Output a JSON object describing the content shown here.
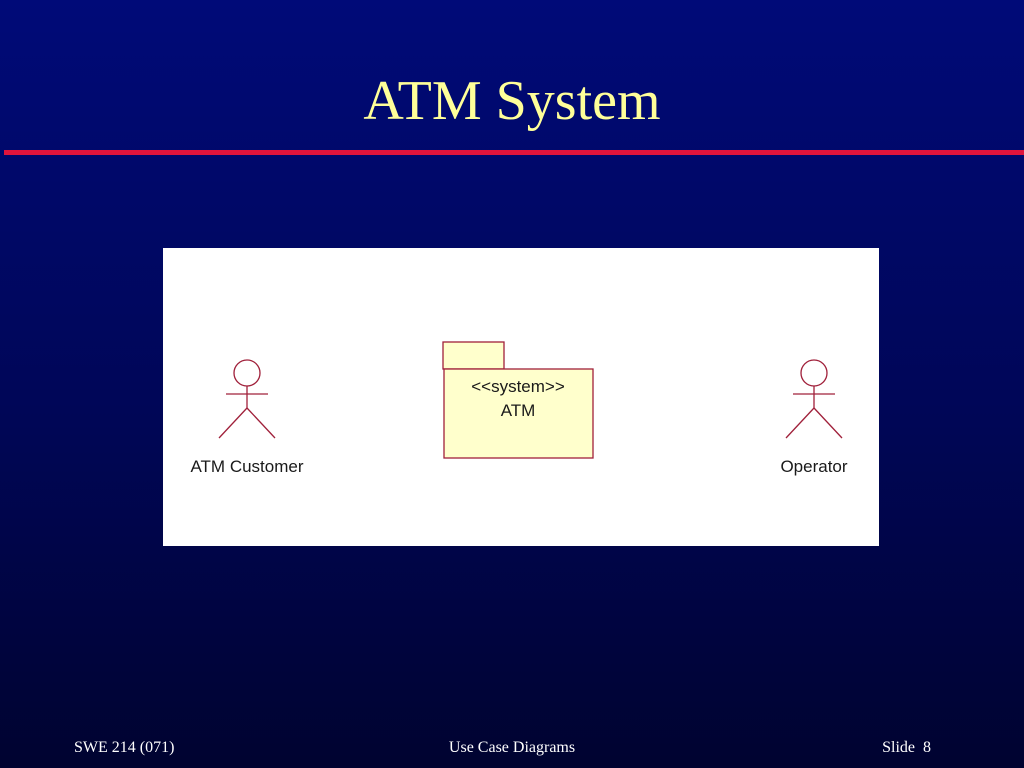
{
  "slide": {
    "title": "ATM System"
  },
  "diagram": {
    "actors": [
      {
        "label": "ATM Customer"
      },
      {
        "label": "Operator"
      }
    ],
    "system": {
      "stereotype": "<<system>>",
      "name": "ATM"
    },
    "colors": {
      "line": "#a0203a",
      "package_fill": "#ffffcc"
    }
  },
  "footer": {
    "course": "SWE 214 (071)",
    "topic": "Use Case Diagrams",
    "slide_label": "Slide  8"
  }
}
